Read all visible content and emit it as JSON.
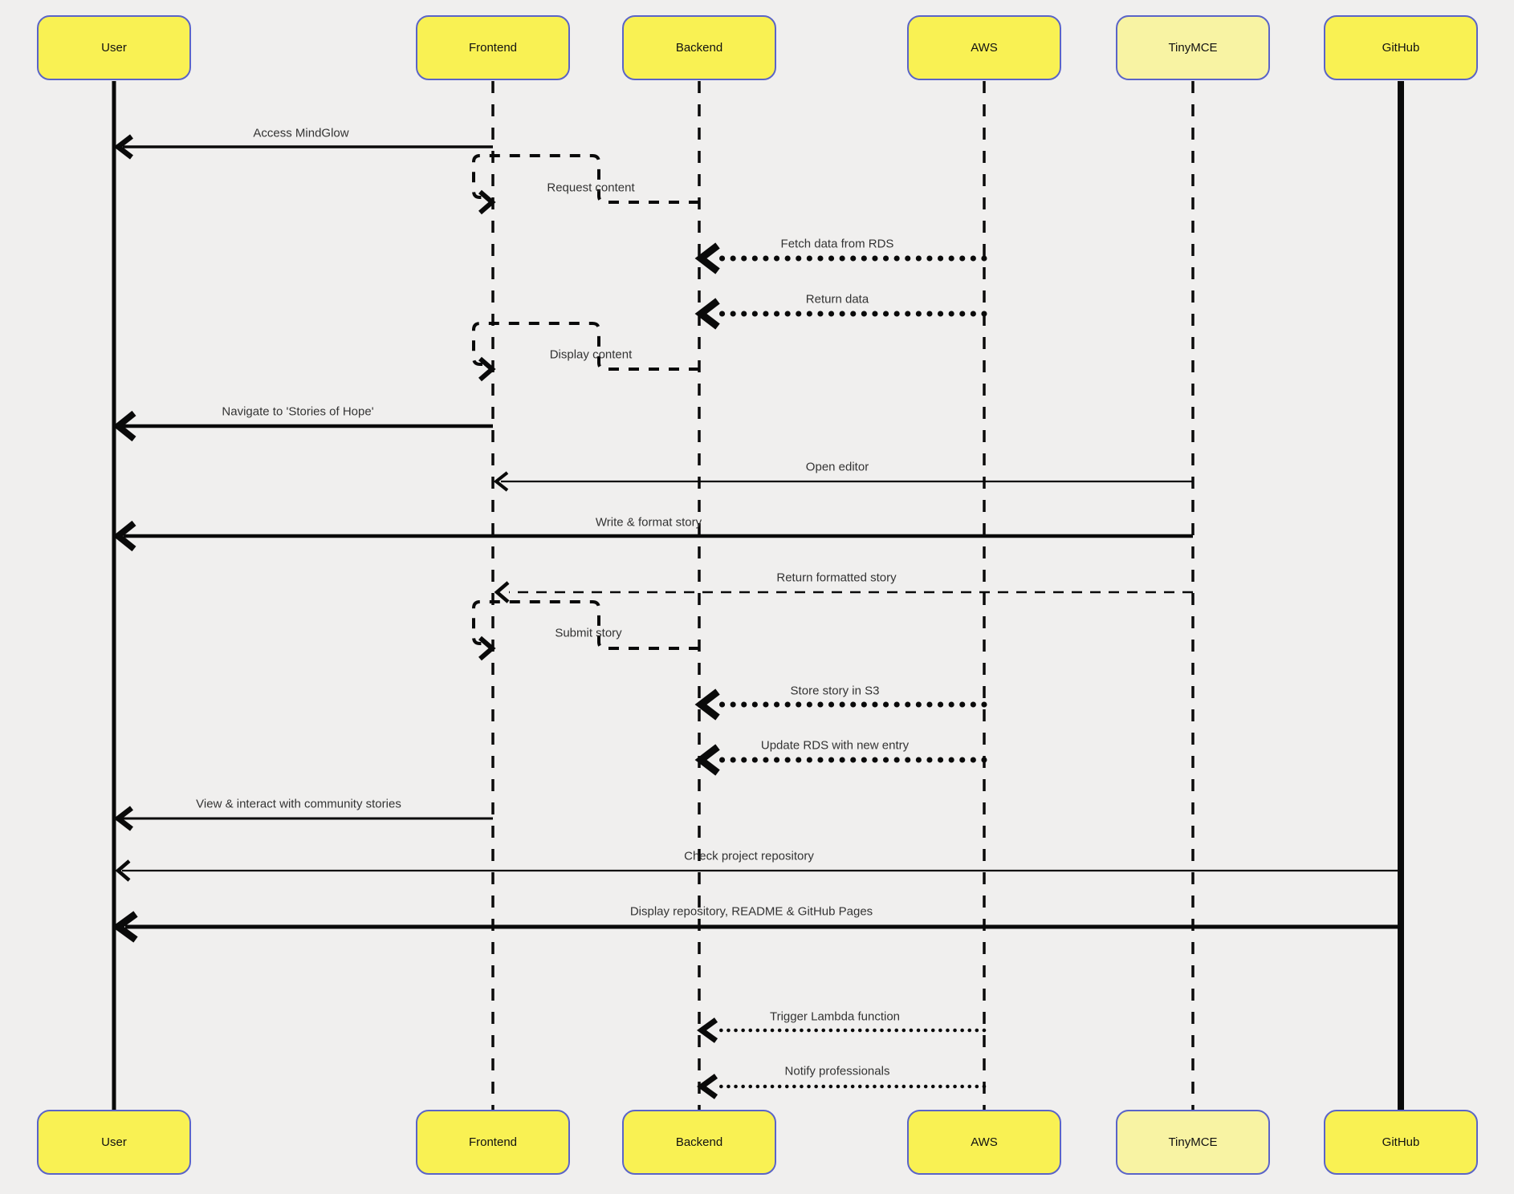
{
  "diagram": {
    "type": "sequence-diagram",
    "background": "#f0efee",
    "colors": {
      "actor_fill": "#f9f153",
      "actor_fill_light": "#f8f3a3",
      "actor_border": "#5a64c8",
      "line": "#0a0a0a",
      "label_text": "#333333"
    },
    "actors": [
      {
        "label": "User",
        "lifeline": "solid"
      },
      {
        "label": "Frontend",
        "lifeline": "dashed"
      },
      {
        "label": "Backend",
        "lifeline": "dashed"
      },
      {
        "label": "AWS",
        "lifeline": "dashed"
      },
      {
        "label": "TinyMCE",
        "lifeline": "dashed"
      },
      {
        "label": "GitHub",
        "lifeline": "solid"
      }
    ],
    "messages": [
      {
        "label": "Access MindGlow",
        "from": "Frontend",
        "to": "User",
        "line": "solid"
      },
      {
        "label": "Request content",
        "from": "Backend",
        "to": "Frontend",
        "line": "dashed-loop"
      },
      {
        "label": "Fetch data from RDS",
        "from": "AWS",
        "to": "Backend",
        "line": "dotted"
      },
      {
        "label": "Return data",
        "from": "AWS",
        "to": "Backend",
        "line": "dotted"
      },
      {
        "label": "Display content",
        "from": "Backend",
        "to": "Frontend",
        "line": "dashed-loop"
      },
      {
        "label": "Navigate to 'Stories of Hope'",
        "from": "Frontend",
        "to": "User",
        "line": "solid-bold"
      },
      {
        "label": "Open editor",
        "from": "TinyMCE",
        "to": "Frontend",
        "line": "solid-thin"
      },
      {
        "label": "Write & format story",
        "from": "TinyMCE",
        "to": "User",
        "line": "solid-bold"
      },
      {
        "label": "Return formatted story",
        "from": "TinyMCE",
        "to": "Frontend",
        "line": "dashed"
      },
      {
        "label": "Submit story",
        "from": "Backend",
        "to": "Frontend",
        "line": "dashed-loop"
      },
      {
        "label": "Store story in S3",
        "from": "AWS",
        "to": "Backend",
        "line": "dotted"
      },
      {
        "label": "Update RDS with new entry",
        "from": "AWS",
        "to": "Backend",
        "line": "dotted"
      },
      {
        "label": "View & interact with community stories",
        "from": "Frontend",
        "to": "User",
        "line": "solid"
      },
      {
        "label": "Check project repository",
        "from": "GitHub",
        "to": "User",
        "line": "solid-thin"
      },
      {
        "label": "Display repository, README & GitHub Pages",
        "from": "GitHub",
        "to": "User",
        "line": "solid-bold"
      },
      {
        "label": "Trigger Lambda function",
        "from": "AWS",
        "to": "Backend",
        "line": "dotted-thin"
      },
      {
        "label": "Notify professionals",
        "from": "AWS",
        "to": "Backend",
        "line": "dotted-thin"
      }
    ]
  }
}
